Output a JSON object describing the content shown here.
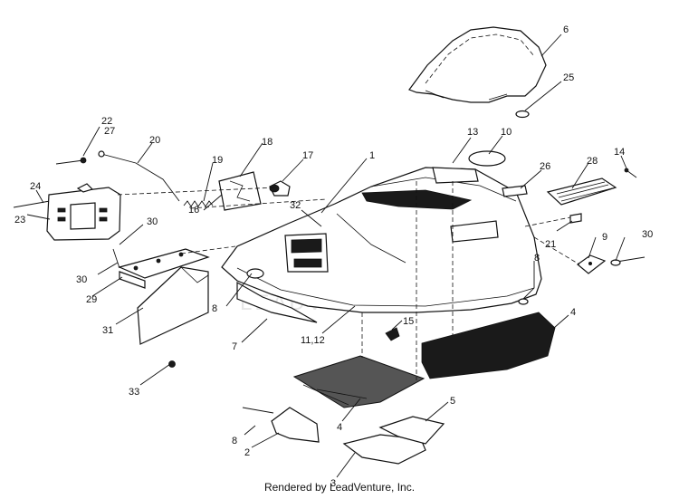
{
  "diagram": {
    "labels": [
      {
        "id": "l6",
        "text": "6"
      },
      {
        "id": "l25",
        "text": "25"
      },
      {
        "id": "l13",
        "text": "13"
      },
      {
        "id": "l10",
        "text": "10"
      },
      {
        "id": "l22",
        "text": "22"
      },
      {
        "id": "l27",
        "text": "27"
      },
      {
        "id": "l20",
        "text": "20"
      },
      {
        "id": "l18",
        "text": "18"
      },
      {
        "id": "l19",
        "text": "19"
      },
      {
        "id": "l17",
        "text": "17"
      },
      {
        "id": "l1",
        "text": "1"
      },
      {
        "id": "l26",
        "text": "26"
      },
      {
        "id": "l28",
        "text": "28"
      },
      {
        "id": "l14",
        "text": "14"
      },
      {
        "id": "l24",
        "text": "24"
      },
      {
        "id": "l16",
        "text": "16"
      },
      {
        "id": "l23",
        "text": "23"
      },
      {
        "id": "l32",
        "text": "32"
      },
      {
        "id": "l30a",
        "text": "30"
      },
      {
        "id": "l21",
        "text": "21"
      },
      {
        "id": "l9",
        "text": "9"
      },
      {
        "id": "l30b",
        "text": "30"
      },
      {
        "id": "l30c",
        "text": "30"
      },
      {
        "id": "l8a",
        "text": "8"
      },
      {
        "id": "l29",
        "text": "29"
      },
      {
        "id": "l8b",
        "text": "8"
      },
      {
        "id": "l4a",
        "text": "4"
      },
      {
        "id": "l31",
        "text": "31"
      },
      {
        "id": "l7",
        "text": "7"
      },
      {
        "id": "l1112",
        "text": "11,12"
      },
      {
        "id": "l15",
        "text": "15"
      },
      {
        "id": "l33",
        "text": "33"
      },
      {
        "id": "l4b",
        "text": "4"
      },
      {
        "id": "l5",
        "text": "5"
      },
      {
        "id": "l8c",
        "text": "8"
      },
      {
        "id": "l2",
        "text": "2"
      },
      {
        "id": "l3",
        "text": "3"
      }
    ]
  },
  "watermark": {
    "text": "LEADVENTURE"
  },
  "footer": {
    "credit": "Rendered by LeadVenture, Inc."
  }
}
